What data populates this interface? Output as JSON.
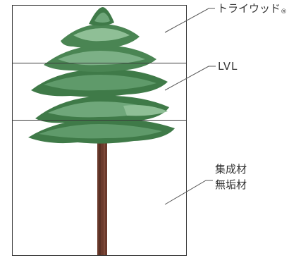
{
  "labels": {
    "top": "トライウッド",
    "top_mark": "®",
    "middle": "LVL",
    "bottom_line1": "集成材",
    "bottom_line2": "無垢材"
  },
  "colors": {
    "frame": "#3a3a3a",
    "foliage_dark": "#3f7a48",
    "foliage_mid": "#5f9a6a",
    "foliage_light": "#8fbf96",
    "trunk": "#6b3a2c",
    "leader": "#555555",
    "text": "#333333"
  }
}
